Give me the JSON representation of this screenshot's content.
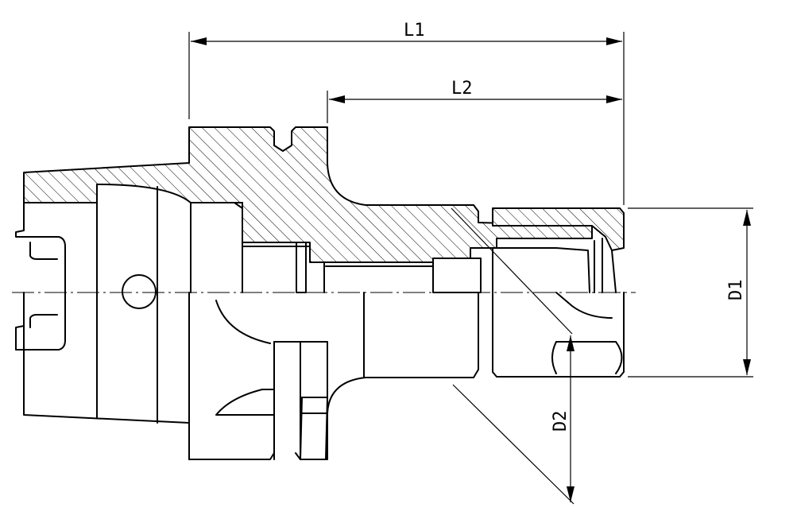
{
  "dimensions": {
    "l1": "L1",
    "l2": "L2",
    "d1": "D1",
    "d2": "D2"
  }
}
